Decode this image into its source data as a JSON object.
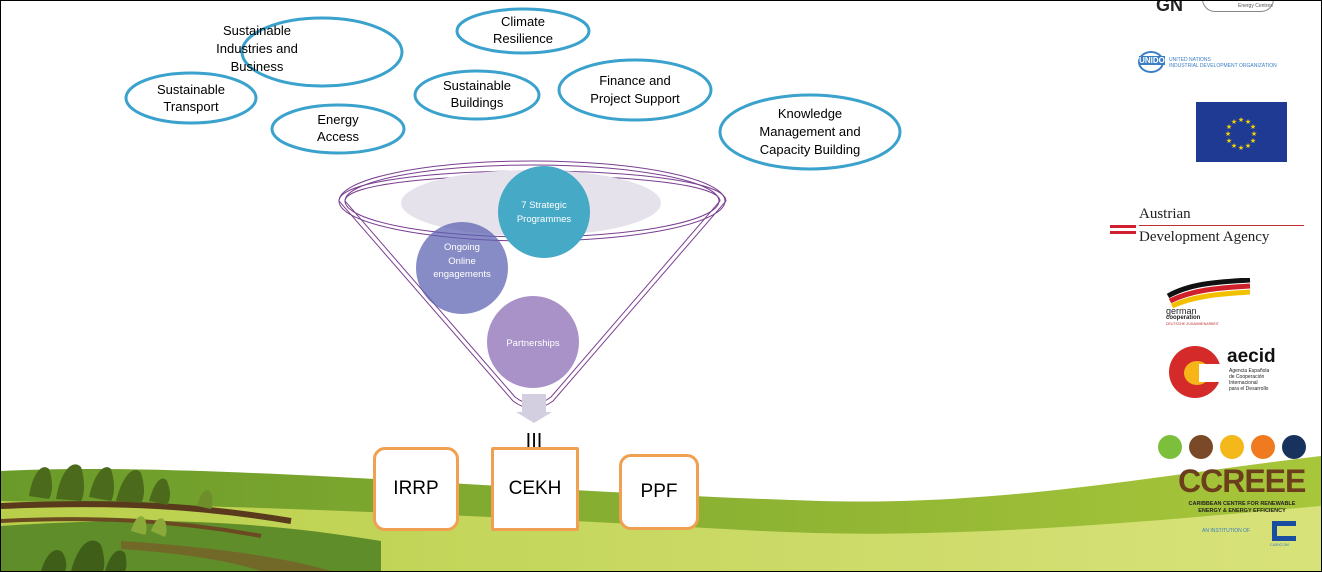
{
  "topics": [
    {
      "id": "transport",
      "lines": [
        "Sustainable",
        "Transport"
      ]
    },
    {
      "id": "industries",
      "lines": [
        "Sustainable",
        "Industries and",
        "Business"
      ]
    },
    {
      "id": "energy-access",
      "lines": [
        "Energy",
        "Access"
      ]
    },
    {
      "id": "climate",
      "lines": [
        "Climate",
        "Resilience"
      ]
    },
    {
      "id": "buildings",
      "lines": [
        "Sustainable",
        "Buildings"
      ]
    },
    {
      "id": "finance",
      "lines": [
        "Finance and",
        "Project Support"
      ]
    },
    {
      "id": "knowledge",
      "lines": [
        "Knowledge",
        "Management and",
        "Capacity Building"
      ]
    }
  ],
  "funnel": {
    "strategic": [
      "7 Strategic",
      "Programmes"
    ],
    "online": [
      "Ongoing",
      "Online",
      "engagements"
    ],
    "partnerships": [
      "Partnerships"
    ],
    "output_mark": "III"
  },
  "outputs": [
    "IRRP",
    "CEKH",
    "PPF"
  ],
  "logos": {
    "unido_name": "UNITED NATIONS",
    "unido_sub": "INDUSTRIAL DEVELOPMENT ORGANIZATION",
    "unido_mark": "UNIDO",
    "austrian_1": "Austrian",
    "austrian_2": "Development Agency",
    "german_1": "german",
    "german_2": "cooperation",
    "german_3": "DEUTSCHE ZUSAMMENARBEIT",
    "aecid_name": "aecid",
    "aecid_sub": [
      "Agencia Española",
      "de Cooperación",
      "Internacional",
      "para el Desarrollo"
    ],
    "ccreee_name": "CCREEE",
    "ccreee_sub": [
      "CARIBBEAN CENTRE FOR RENEWABLE",
      "ENERGY & ENERGY EFFICIENCY"
    ],
    "institution": "AN INSTITUTION OF",
    "caricom": "CARICOM",
    "gn_top": "GN",
    "gn_sub": "Energy Centres"
  },
  "colors": {
    "oval_stroke": "#3aa2cc",
    "funnel_stroke": "#7a3f90",
    "strategic": "#46a9c6",
    "online": "#5a5fb0",
    "partnerships": "#a892c8",
    "box_border": "#f0a050"
  }
}
